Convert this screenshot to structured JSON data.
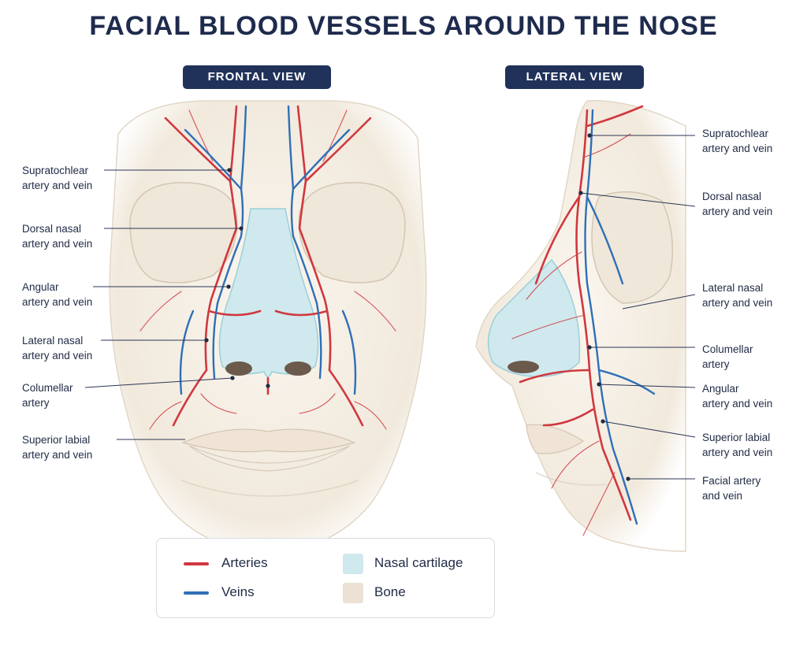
{
  "title": "FACIAL BLOOD VESSELS AROUND THE NOSE",
  "views": {
    "frontal": "FRONTAL VIEW",
    "lateral": "LATERAL VIEW"
  },
  "frontal_labels": [
    "Supratochlear\nartery and vein",
    "Dorsal nasal\nartery and vein",
    "Angular\nartery and vein",
    "Lateral nasal\nartery and vein",
    "Columellar\nartery",
    "Superior labial\nartery and vein"
  ],
  "lateral_labels": [
    "Supratochlear\nartery and vein",
    "Dorsal nasal\nartery and vein",
    "Lateral nasal\nartery and vein",
    "Columellar\nartery",
    "Angular\nartery and vein",
    "Superior labial\nartery and vein",
    "Facial artery\nand vein"
  ],
  "legend": {
    "arteries": "Arteries",
    "veins": "Veins",
    "cartilage": "Nasal cartilage",
    "bone": "Bone"
  },
  "colors": {
    "artery": "#d0383f",
    "vein": "#2f6fb8",
    "cartilage": "#cfe9ee",
    "bone": "#ece2d4",
    "title": "#1e2b4d",
    "pill": "#20325a"
  }
}
